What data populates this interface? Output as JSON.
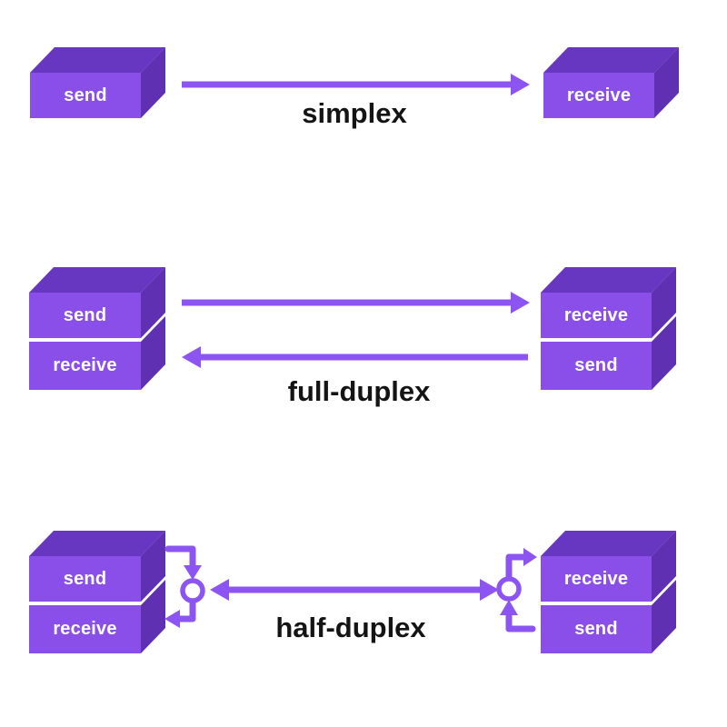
{
  "colors": {
    "background": "#FFFFFF",
    "box_front": "#8A4FE8",
    "box_top": "#6737C2",
    "box_side": "#6030B2",
    "arrow": "#8C54F0",
    "node_fill": "#FFFFFF",
    "box_text": "#FFFFFF",
    "label_text": "#141414"
  },
  "sections": [
    {
      "label": "simplex",
      "left_box": {
        "labels": [
          "send"
        ]
      },
      "right_box": {
        "labels": [
          "receive"
        ]
      }
    },
    {
      "label": "full-duplex",
      "left_box": {
        "labels": [
          "send",
          "receive"
        ]
      },
      "right_box": {
        "labels": [
          "receive",
          "send"
        ]
      }
    },
    {
      "label": "half-duplex",
      "left_box": {
        "labels": [
          "send",
          "receive"
        ]
      },
      "right_box": {
        "labels": [
          "receive",
          "send"
        ]
      }
    }
  ]
}
